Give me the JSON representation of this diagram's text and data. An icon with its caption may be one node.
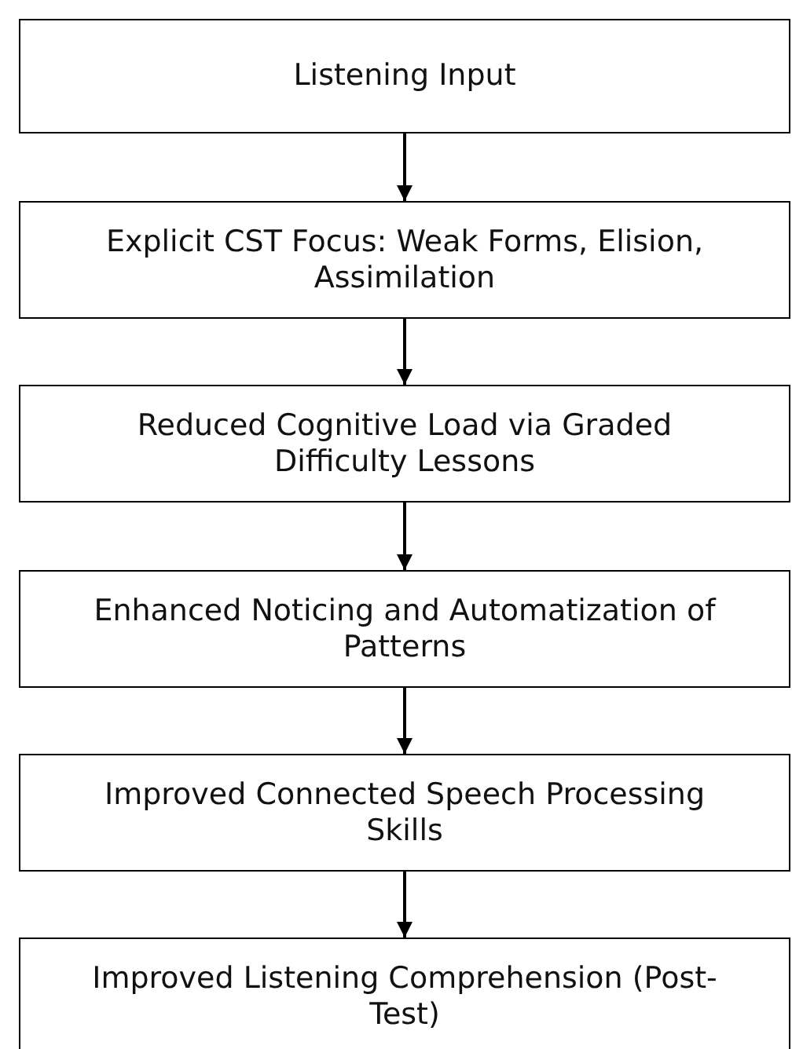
{
  "diagram": {
    "nodes": [
      {
        "text": [
          "Listening Input"
        ]
      },
      {
        "text": [
          "Explicit CST Focus: Weak Forms, Elision, Assimilation"
        ]
      },
      {
        "text": [
          "Reduced Cognitive Load via Graded Difficulty Lessons"
        ]
      },
      {
        "text": [
          "Enhanced Noticing and Automatization of Patterns"
        ]
      },
      {
        "text": [
          "Improved Connected Speech Processing Skills"
        ]
      },
      {
        "text": [
          "Improved Listening Comprehension (Post-Test)"
        ]
      }
    ],
    "edges": [
      {
        "from": 0,
        "to": 1,
        "arrow": "to"
      },
      {
        "from": 1,
        "to": 2,
        "arrow": "to"
      },
      {
        "from": 2,
        "to": 3,
        "arrow": "to"
      },
      {
        "from": 3,
        "to": 4,
        "arrow": "to"
      },
      {
        "from": 4,
        "to": 5,
        "arrow": "to"
      }
    ]
  }
}
